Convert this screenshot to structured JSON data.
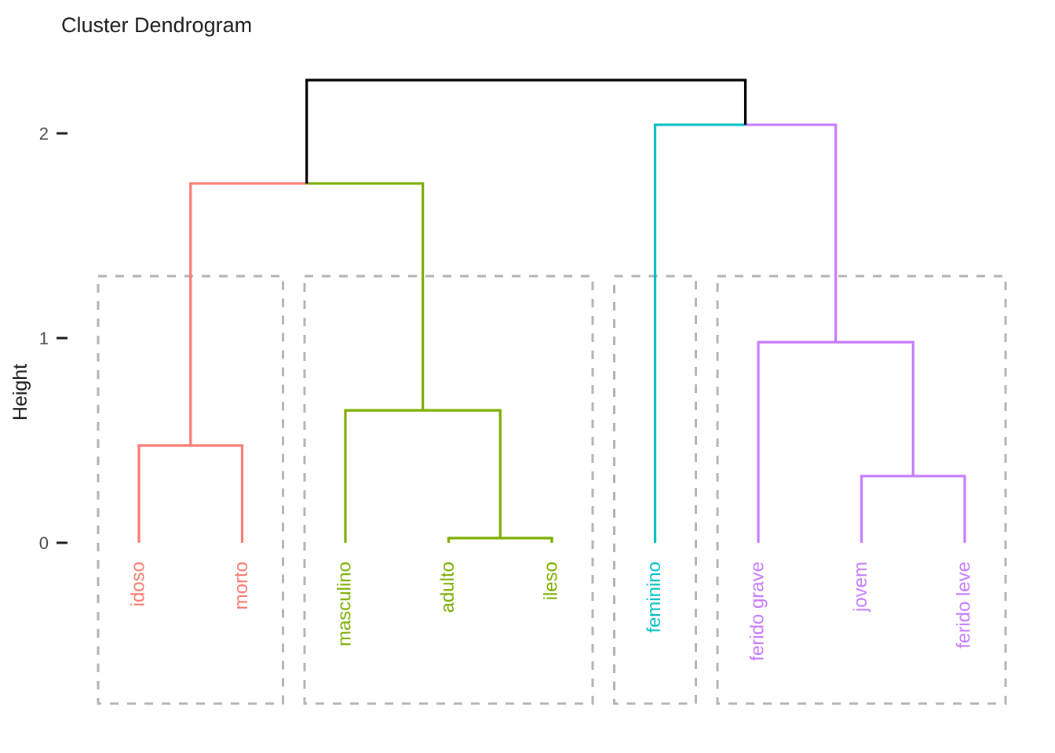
{
  "chart_data": {
    "type": "dendrogram",
    "title": "Cluster Dendrogram",
    "xlabel": "",
    "ylabel": "Height",
    "ylim": [
      0,
      2.4
    ],
    "yticks": [
      0,
      1,
      2
    ],
    "ytick_labels": [
      "0",
      "1",
      "2"
    ],
    "grid": false,
    "legend": "none",
    "leaves": [
      {
        "label": "idoso",
        "order": 1,
        "color": "#fa7b72"
      },
      {
        "label": "morto",
        "order": 2,
        "color": "#fa7b72"
      },
      {
        "label": "masculino",
        "order": 3,
        "color": "#7cae00"
      },
      {
        "label": "adulto",
        "order": 4,
        "color": "#7cae00"
      },
      {
        "label": "ileso",
        "order": 5,
        "color": "#7cae00"
      },
      {
        "label": "feminino",
        "order": 6,
        "color": "#00bfc4"
      },
      {
        "label": "ferido grave",
        "order": 7,
        "color": "#c77cff"
      },
      {
        "label": "jovem",
        "order": 8,
        "color": "#c77cff"
      },
      {
        "label": "ferido leve",
        "order": 9,
        "color": "#c77cff"
      }
    ],
    "merges": [
      {
        "id": "m1",
        "left": "idoso",
        "right": "morto",
        "height": 0.475,
        "color": "#fa7b72"
      },
      {
        "id": "m2",
        "left": "adulto",
        "right": "ileso",
        "height": 0.023,
        "color": "#7cae00"
      },
      {
        "id": "m3",
        "left": "masculino",
        "right": "m2",
        "height": 0.647,
        "color": "#7cae00"
      },
      {
        "id": "m4",
        "left": "jovem",
        "right": "ferido leve",
        "height": 0.326,
        "color": "#c77cff"
      },
      {
        "id": "m5",
        "left": "ferido grave",
        "right": "m4",
        "height": 0.98,
        "color": "#c77cff"
      },
      {
        "id": "m6",
        "left": "m1",
        "right": "m3",
        "height": 1.755,
        "color": "#fa7b72",
        "color_right": "#7cae00"
      },
      {
        "id": "m7",
        "left": "feminino",
        "right": "m5",
        "height": 2.042,
        "color": "#00bfc4",
        "color_right": "#c77cff"
      },
      {
        "id": "m8",
        "left": "m6",
        "right": "m7",
        "height": 2.26,
        "color": "#000000"
      }
    ],
    "cluster_boxes": [
      {
        "name": "box-red",
        "first_leaf": 1,
        "last_leaf": 2
      },
      {
        "name": "box-green",
        "first_leaf": 3,
        "last_leaf": 5
      },
      {
        "name": "box-cyan",
        "first_leaf": 6,
        "last_leaf": 6
      },
      {
        "name": "box-purple",
        "first_leaf": 7,
        "last_leaf": 9
      }
    ],
    "colors": {
      "red": "#fa7b72",
      "green": "#7cae00",
      "cyan": "#00bfc4",
      "purple": "#c77cff",
      "root": "#000000",
      "box": "#b3b3b3",
      "axis_text": "#4d4d4d",
      "title_text": "#1a1a1a",
      "background": "#ffffff"
    }
  }
}
